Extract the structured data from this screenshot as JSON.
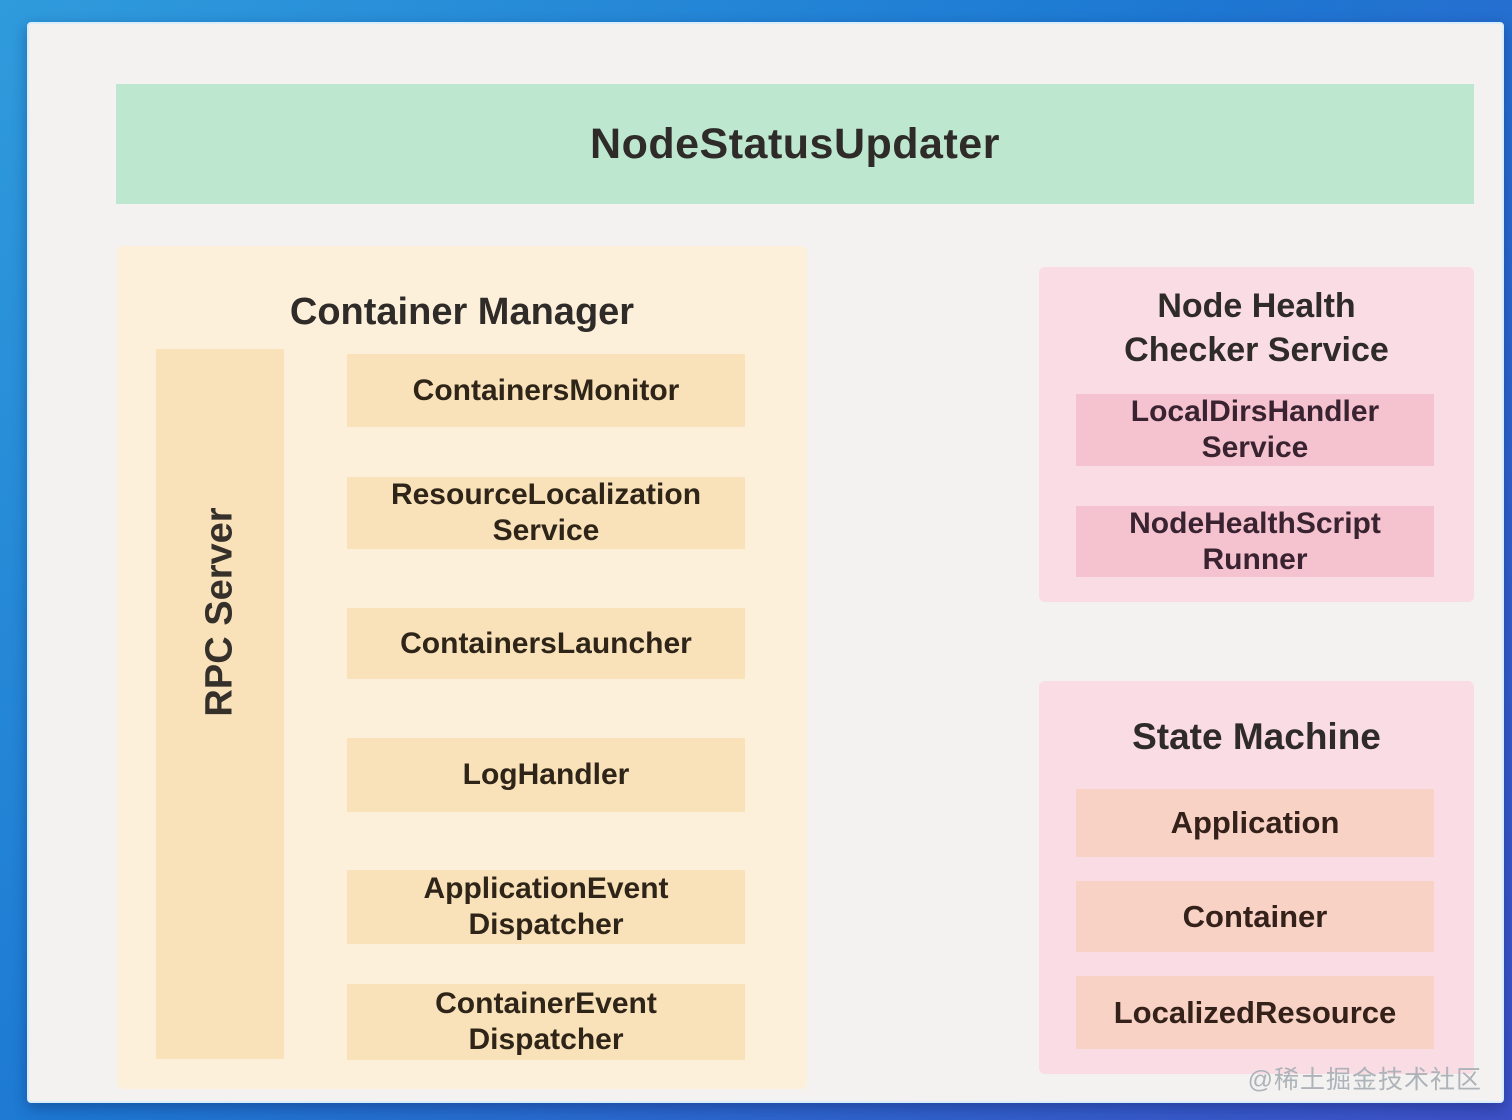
{
  "header": {
    "title": "NodeStatusUpdater"
  },
  "container_manager": {
    "title": "Container Manager",
    "rpc_label": "RPC Server",
    "items": [
      {
        "label": "ContainersMonitor"
      },
      {
        "label": "ResourceLocalization\nService"
      },
      {
        "label": "ContainersLauncher"
      },
      {
        "label": "LogHandler"
      },
      {
        "label": "ApplicationEvent\nDispatcher"
      },
      {
        "label": "ContainerEvent\nDispatcher"
      }
    ]
  },
  "node_health": {
    "title": "Node Health\nChecker Service",
    "items": [
      {
        "label": "LocalDirsHandler\nService"
      },
      {
        "label": "NodeHealthScript\nRunner"
      }
    ]
  },
  "state_machine": {
    "title": "State Machine",
    "items": [
      {
        "label": "Application"
      },
      {
        "label": "Container"
      },
      {
        "label": "LocalizedResource"
      }
    ]
  },
  "watermark": "@稀土掘金技术社区",
  "colors": {
    "bg-top-left": "#2f9bdc",
    "bg-mid": "#1d78d2",
    "bg-bottom-right": "#3e50c6",
    "card-bg": "#f3f2f0",
    "card-border": "#d9edfb",
    "green-header": "#bee7d0",
    "cream-panel": "#fdf0da",
    "cream-box": "#f9e2ba",
    "pink-panel": "#fadce4",
    "pink-box": "#f5c3cf",
    "peach-box": "#f8d2c5",
    "title-text": "#2e2b28",
    "watermark-text": "#adb3b9"
  }
}
